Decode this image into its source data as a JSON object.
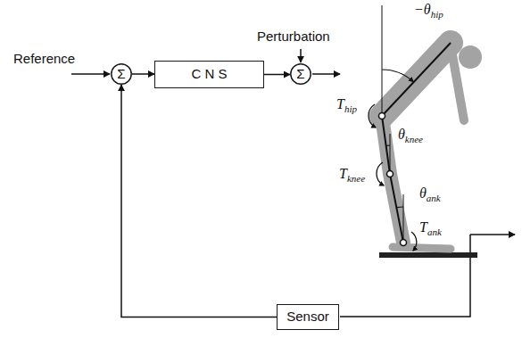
{
  "diagram": {
    "nodes": [
      {
        "text": [
          "Σ"
        ]
      },
      {
        "text": [
          "C N S"
        ]
      },
      {
        "text": [
          "Σ"
        ]
      },
      {
        "text": [
          "Sensor"
        ]
      }
    ],
    "edges": [
      {
        "from": 0,
        "to": 1,
        "arrow": "to"
      },
      {
        "from": 1,
        "to": 2,
        "arrow": "to"
      },
      {
        "from": 3,
        "to": 0,
        "arrow": "to"
      }
    ],
    "labels": [
      "Reference",
      "Perturbation",
      "−θhip",
      "Thip",
      "θknee",
      "Tknee",
      "θank",
      "Tank"
    ]
  }
}
